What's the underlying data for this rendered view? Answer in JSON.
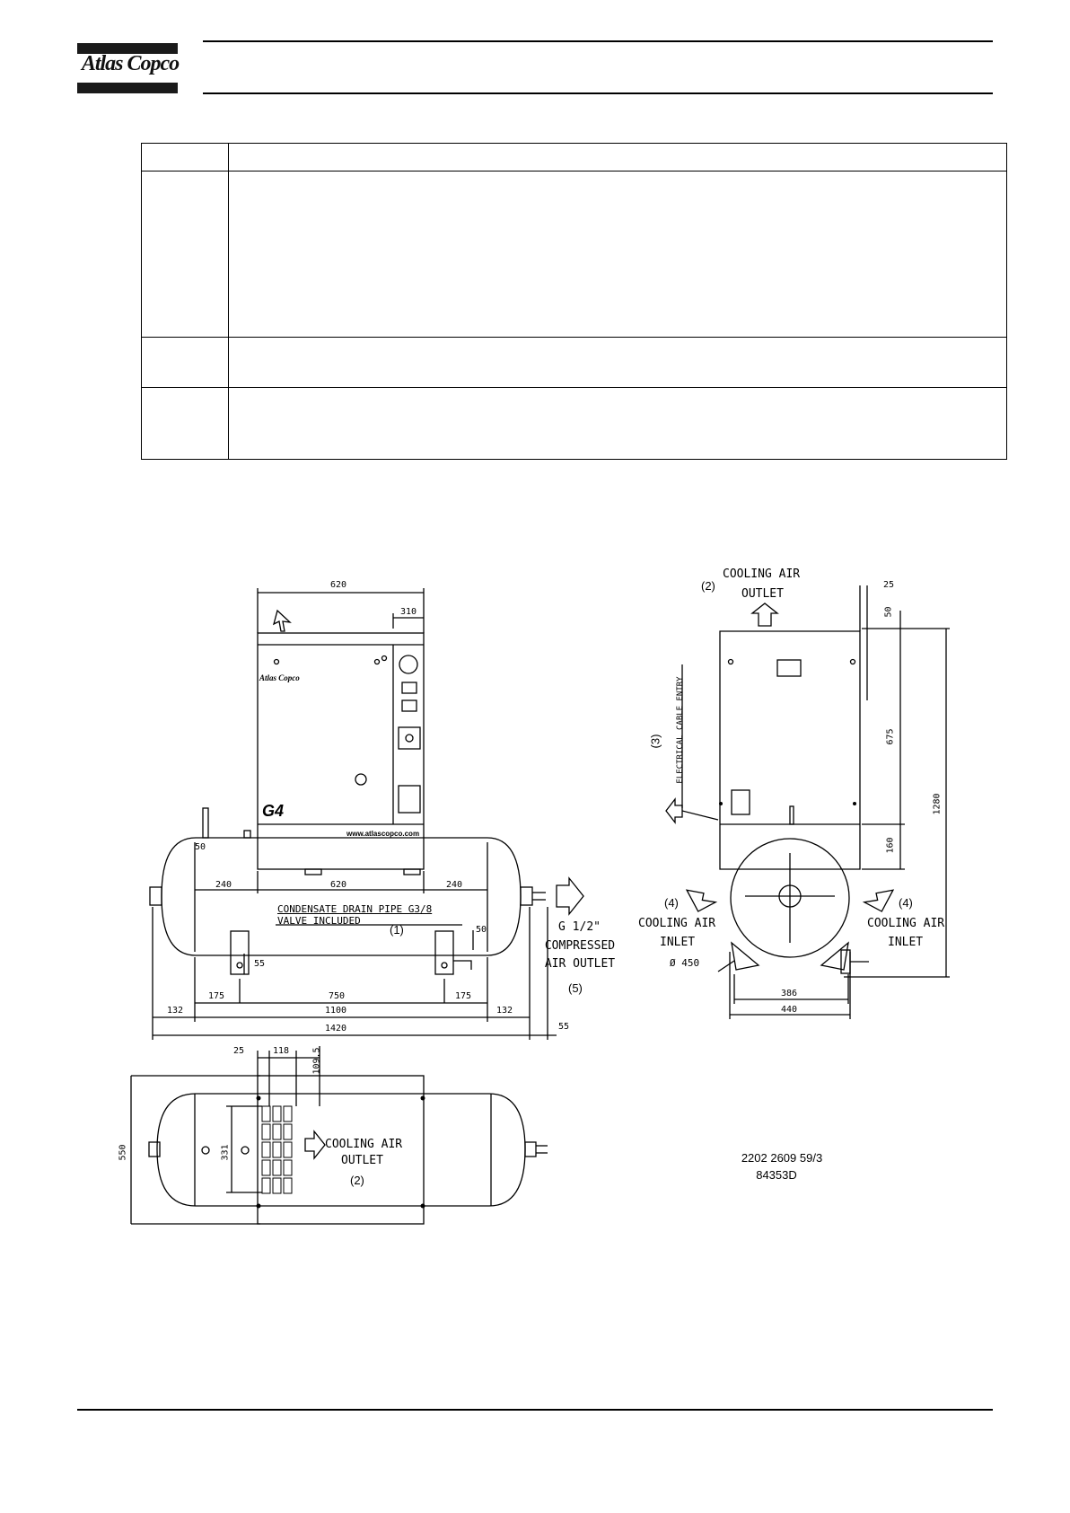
{
  "header": {
    "logo_text": "Atlas Copco"
  },
  "table": {
    "rows": [
      [
        "",
        ""
      ],
      [
        "",
        ""
      ],
      [
        "",
        ""
      ],
      [
        "",
        ""
      ]
    ]
  },
  "drawing": {
    "front": {
      "brand_text": "Atlas Copco",
      "model": "G4",
      "website": "www.atlascopco.com",
      "dims": {
        "top_width": "620",
        "panel": "310",
        "d240a": "240",
        "d620": "620",
        "d240b": "240",
        "d50": "50",
        "d50b": "50",
        "d55": "55",
        "d175a": "175",
        "d750": "750",
        "d175b": "175",
        "d132a": "132",
        "d1100": "1100",
        "d132b": "132",
        "d1420": "1420",
        "d55b": "55"
      },
      "drain_line1": "CONDENSATE DRAIN PIPE G3/8",
      "drain_line2": "VALVE INCLUDED",
      "drain_ref": "(1)",
      "outlet_line1": "G 1/2\"",
      "outlet_line2": "COMPRESSED",
      "outlet_line3": "AIR OUTLET",
      "outlet_ref": "(5)"
    },
    "side": {
      "cooling_outlet_ref": "(2)",
      "cooling_outlet_line1": "COOLING AIR",
      "cooling_outlet_line2": "OUTLET",
      "dims": {
        "d25": "25",
        "d50": "50",
        "d675": "675",
        "d1280": "1280",
        "d160": "160",
        "d386": "386",
        "d440": "440",
        "dia450": "Ø 450"
      },
      "cable_ref": "(3)",
      "cable_label": "ELECTRICAL CABLE ENTRY",
      "inlet_left_ref": "(4)",
      "inlet_left_line1": "COOLING AIR",
      "inlet_left_line2": "INLET",
      "inlet_right_ref": "(4)",
      "inlet_right_line1": "COOLING AIR",
      "inlet_right_line2": "INLET"
    },
    "top": {
      "dims": {
        "d25": "25",
        "d118": "118",
        "d109": "109.5",
        "d550": "550",
        "d331": "331"
      },
      "outlet_line1": "COOLING AIR",
      "outlet_line2": "OUTLET",
      "outlet_ref": "(2)"
    },
    "ref_number": "2202 2609 59/3",
    "drawing_number": "84353D"
  }
}
